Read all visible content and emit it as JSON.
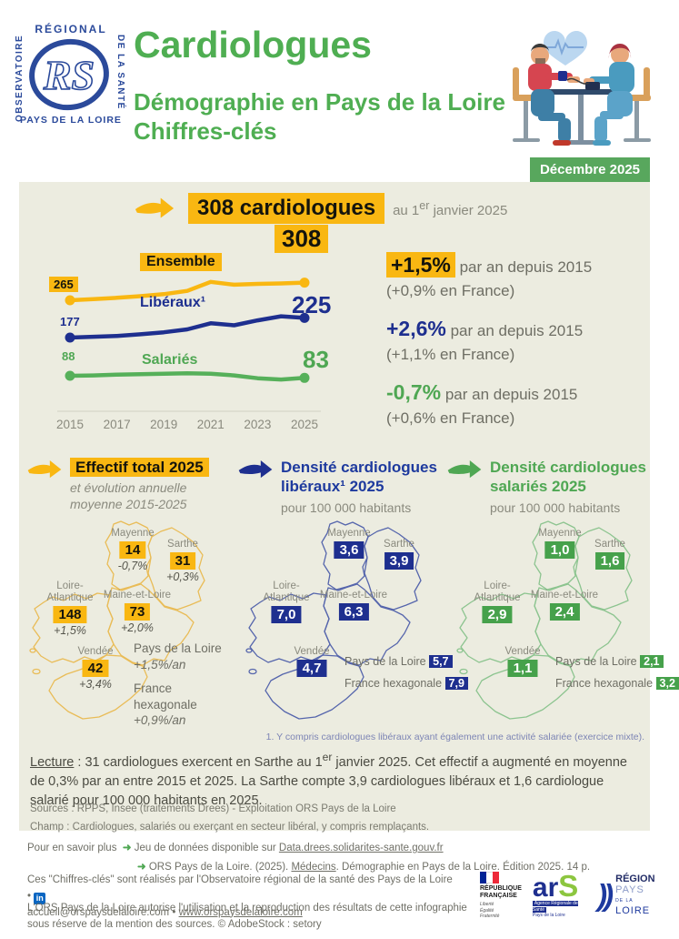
{
  "header": {
    "logo": {
      "top": "RÉGIONAL",
      "left": "OBSERVATOIRE",
      "right": "DE LA SANTÉ",
      "bottom": "PAYS DE LA LOIRE",
      "monogram": "RS"
    },
    "title": "Cardiologues",
    "subtitle_line1": "Démographie en Pays de la Loire",
    "subtitle_line2": "Chiffres-clés",
    "badge": "Décembre 2025"
  },
  "kpi": {
    "headline": "308 cardiologues",
    "date_prefix": "au 1",
    "date_sup": "er",
    "date_suffix": " janvier 2025"
  },
  "chart_data": {
    "type": "line",
    "x": [
      2015,
      2016,
      2017,
      2018,
      2019,
      2020,
      2021,
      2022,
      2023,
      2024,
      2025
    ],
    "tick_labels": [
      "2015",
      "2017",
      "2019",
      "2021",
      "2023",
      "2025"
    ],
    "ylim": [
      70,
      320
    ],
    "grid": false,
    "legend_position": "inline-labels",
    "series": [
      {
        "name": "Ensemble",
        "color": "#F9B712",
        "values": [
          265,
          268,
          271,
          275,
          280,
          288,
          310,
          303,
          305,
          306,
          308
        ],
        "start_label": "265",
        "end_label": "308"
      },
      {
        "name": "Libéraux¹",
        "color": "#1E2F8F",
        "values": [
          177,
          179,
          181,
          185,
          190,
          197,
          212,
          207,
          219,
          229,
          225
        ],
        "start_label": "177",
        "end_label": "225"
      },
      {
        "name": "Salariés",
        "color": "#56B05A",
        "values": [
          88,
          89,
          91,
          92,
          93,
          94,
          93,
          89,
          82,
          79,
          83
        ],
        "start_label": "88",
        "end_label": "83"
      }
    ]
  },
  "stats": [
    {
      "value": "+1,5%",
      "text": " par an depuis 2015",
      "france": "(+0,9% en France)"
    },
    {
      "value": "+2,6%",
      "text": " par an depuis 2015",
      "france": "(+1,1% en France)"
    },
    {
      "value": "-0,7%",
      "text": " par an depuis 2015",
      "france": "(+0,6% en France)"
    }
  ],
  "maps": [
    {
      "title_line1": "Effectif total 2025",
      "title_line2": "",
      "subtitle_line1": "et évolution annuelle",
      "subtitle_line2": "moyenne 2015-2025",
      "departments": {
        "mayenne": {
          "name": "Mayenne",
          "value": "14",
          "evolution": "-0,7%"
        },
        "sarthe": {
          "name": "Sarthe",
          "value": "31",
          "evolution": "+0,3%"
        },
        "loire_atlantique": {
          "name_line1": "Loire-",
          "name_line2": "Atlantique",
          "value": "148",
          "evolution": "+1,5%"
        },
        "maine_et_loire": {
          "name": "Maine-et-Loire",
          "value": "73",
          "evolution": "+2,0%"
        },
        "vendee": {
          "name": "Vendée",
          "value": "42",
          "evolution": "+3,4%"
        }
      },
      "region_label": "Pays de la Loire",
      "region_value": "+1,5%/an",
      "france_label": "France hexagonale",
      "france_value": "+0,9%/an"
    },
    {
      "title_line1": "Densité cardiologues",
      "title_line2": "libéraux¹ 2025",
      "subtitle_line1": "pour 100 000 habitants",
      "subtitle_line2": "",
      "departments": {
        "mayenne": {
          "name": "Mayenne",
          "value": "3,6"
        },
        "sarthe": {
          "name": "Sarthe",
          "value": "3,9"
        },
        "loire_atlantique": {
          "name_line1": "Loire-",
          "name_line2": "Atlantique",
          "value": "7,0"
        },
        "maine_et_loire": {
          "name": "Maine-et-Loire",
          "value": "6,3"
        },
        "vendee": {
          "name": "Vendée",
          "value": "4,7"
        }
      },
      "region_label": "Pays de la Loire",
      "region_value": "5,7",
      "france_label": "France hexagonale",
      "france_value": "7,9"
    },
    {
      "title_line1": "Densité cardiologues",
      "title_line2": "salariés 2025",
      "subtitle_line1": "pour 100 000 habitants",
      "subtitle_line2": "",
      "departments": {
        "mayenne": {
          "name": "Mayenne",
          "value": "1,0"
        },
        "sarthe": {
          "name": "Sarthe",
          "value": "1,6"
        },
        "loire_atlantique": {
          "name_line1": "Loire-",
          "name_line2": "Atlantique",
          "value": "2,9"
        },
        "maine_et_loire": {
          "name": "Maine-et-Loire",
          "value": "2,4"
        },
        "vendee": {
          "name": "Vendée",
          "value": "1,1"
        }
      },
      "region_label": "Pays de la Loire",
      "region_value": "2,1",
      "france_label": "France hexagonale",
      "france_value": "3,2"
    }
  ],
  "footnote": "1. Y compris cardiologues libéraux ayant également une activité salariée (exercice mixte).",
  "lecture": {
    "label": "Lecture",
    "text1": " : 31 cardiologues exercent en Sarthe au 1",
    "sup": "er",
    "text2": " janvier 2025. Cet effectif a augmenté en moyenne de 0,3% par an entre 2015 et 2025. La Sarthe compte 3,9 cardiologues libéraux et 1,6 cardiologue salarié pour 100 000 habitants en 2025."
  },
  "sources_line": "Sources : RPPS, Insee (traitements Drees) - Exploitation ORS Pays de la Loire",
  "champ_line": "Champ : Cardiologues, salariés ou exerçant en secteur libéral, y compris remplaçants.",
  "footer": {
    "more_label": "Pour en savoir plus",
    "link1_pre": "Jeu de données disponible sur ",
    "link1": "Data.drees.solidarites-sante.gouv.fr",
    "link2_pre": "ORS Pays de la Loire. (2025). ",
    "link2_link": "Médecins",
    "link2_post": ". Démographie en Pays de la Loire. Édition 2025. 14 p.",
    "org_line": "Ces \"Chiffres-clés\" sont réalisés par l'Observatoire régional de la santé des Pays de la Loire •",
    "email": "accueil@orspaysdelaloire.com",
    "separator": "•",
    "website": "www.orspaysdelaloire.com",
    "license": "L'ORS Pays de la Loire autorise l'utilisation et la reproduction des résultats de cette infographie sous réserve de la mention des sources. © AdobeStock : setory",
    "logos": {
      "rf_line1": "RÉPUBLIQUE",
      "rf_line2": "FRANÇAISE",
      "rf_motto1": "Liberté",
      "rf_motto2": "Égalité",
      "rf_motto3": "Fraternité",
      "ars_ar": "ar",
      "ars_s": "S",
      "ars_sub1": "Agence Régionale de Santé",
      "ars_sub2": "Pays de la Loire",
      "region_line1": "RÉGION",
      "region_line2": "PAYS",
      "region_line3_small": "DE LA",
      "region_line3": "LOIRE"
    }
  },
  "colors": {
    "yellow": "#F9B712",
    "navy": "#1E2F8F",
    "green": "#4FA753",
    "badge_green": "#58A75D",
    "beige": "#ECECE0",
    "footnote_blue": "#7D85B5"
  }
}
